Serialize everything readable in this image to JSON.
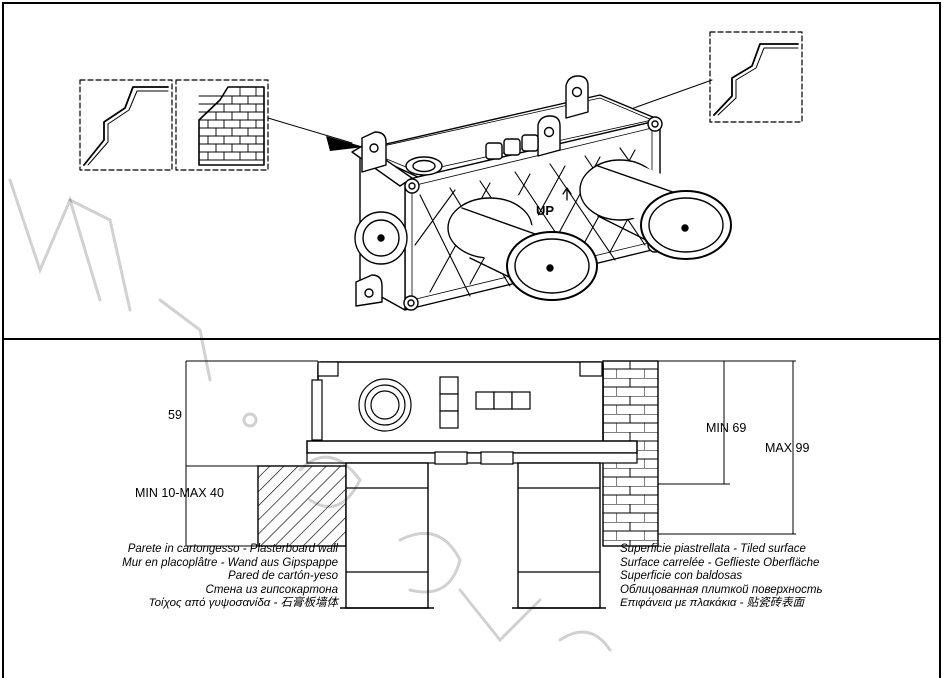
{
  "dimensions": {
    "height_above_wall": "59",
    "plasterboard_range": "MIN 10-MAX 40",
    "tile_min": "MIN 69",
    "tile_max": "MAX 99",
    "up_mark": "UP"
  },
  "captions": {
    "plasterboard": [
      "Parete in cartongesso - Plasterboard wall",
      "Mur en placoplâtre - Wand aus Gipspappe",
      "Pared de cartón-yeso",
      "Стена из гипсокартона",
      "Τοίχος από γυψοσανίδα - 石膏板墙体"
    ],
    "tiled": [
      "Superficie piastrellata - Tiled surface",
      "Surface carrelée - Geflieste Oberfläche",
      "Superficie con baldosas",
      "Облицованная плиткой поверхность",
      "Επιφάνεια με πλακάκια - 贴瓷砖表面"
    ]
  },
  "colors": {
    "line": "#000000",
    "background": "#ffffff"
  }
}
